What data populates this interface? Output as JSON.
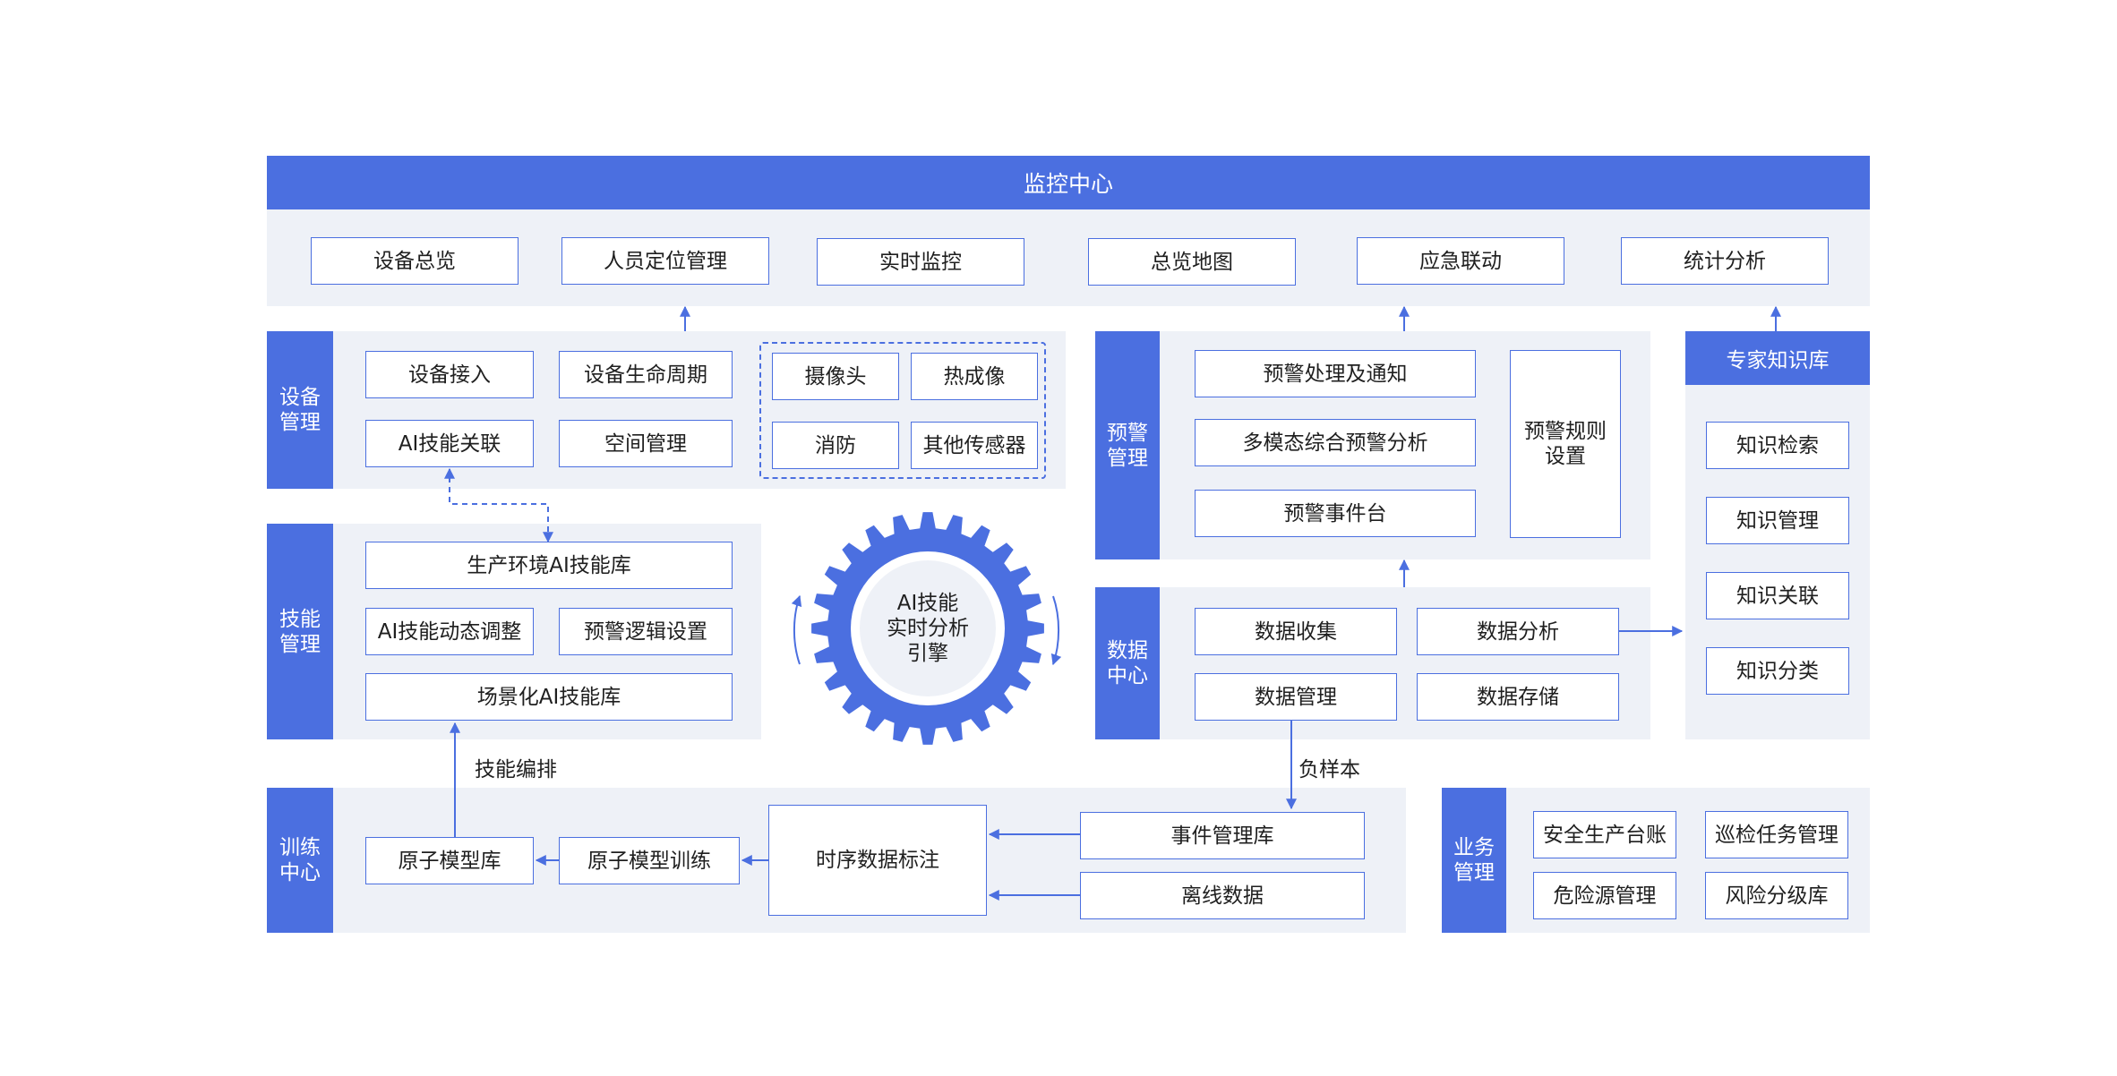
{
  "monitor_center": {
    "title": "监控中心",
    "items": [
      "设备总览",
      "人员定位管理",
      "实时监控",
      "总览地图",
      "应急联动",
      "统计分析"
    ]
  },
  "device_mgmt": {
    "title": "设备管理",
    "items": [
      "设备接入",
      "设备生命周期",
      "AI技能关联",
      "空间管理"
    ],
    "devices": [
      "摄像头",
      "热成像",
      "消防",
      "其他传感器"
    ]
  },
  "skill_mgmt": {
    "title": "技能管理",
    "items": [
      "生产环境AI技能库",
      "AI技能动态调整",
      "预警逻辑设置",
      "场景化AI技能库"
    ]
  },
  "engine": {
    "line1": "AI技能",
    "line2": "实时分析",
    "line3": "引擎"
  },
  "alert_mgmt": {
    "title": "预警管理",
    "items": [
      "预警处理及通知",
      "多模态综合预警分析",
      "预警事件台"
    ],
    "rules": "预警规则设置"
  },
  "data_center": {
    "title": "数据中心",
    "items": [
      "数据收集",
      "数据分析",
      "数据管理",
      "数据存储"
    ]
  },
  "expert_kb": {
    "title": "专家知识库",
    "items": [
      "知识检索",
      "知识管理",
      "知识关联",
      "知识分类"
    ]
  },
  "training_center": {
    "title": "训练中心",
    "items": [
      "原子模型库",
      "原子模型训练",
      "时序数据标注",
      "事件管理库",
      "离线数据"
    ]
  },
  "business_mgmt": {
    "title": "业务管理",
    "items": [
      "安全生产台账",
      "巡检任务管理",
      "危险源管理",
      "风险分级库"
    ]
  },
  "labels": {
    "skill_orchestration": "技能编排",
    "negative_samples": "负样本"
  },
  "colors": {
    "accent": "#4b6fe0",
    "panel": "#eef1f7",
    "border": "#4b6fe0",
    "text": "#1f1f1f"
  }
}
